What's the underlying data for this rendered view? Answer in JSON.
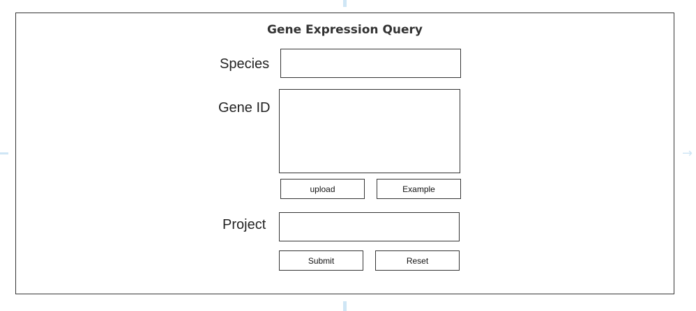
{
  "form": {
    "title": "Gene Expression Query",
    "species": {
      "label": "Species",
      "value": "",
      "placeholder": ""
    },
    "gene_id": {
      "label": "Gene ID",
      "value": "",
      "placeholder": ""
    },
    "upload_label": "upload",
    "example_label": "Example",
    "project": {
      "label": "Project",
      "value": "",
      "placeholder": ""
    },
    "submit_label": "Submit",
    "reset_label": "Reset"
  }
}
